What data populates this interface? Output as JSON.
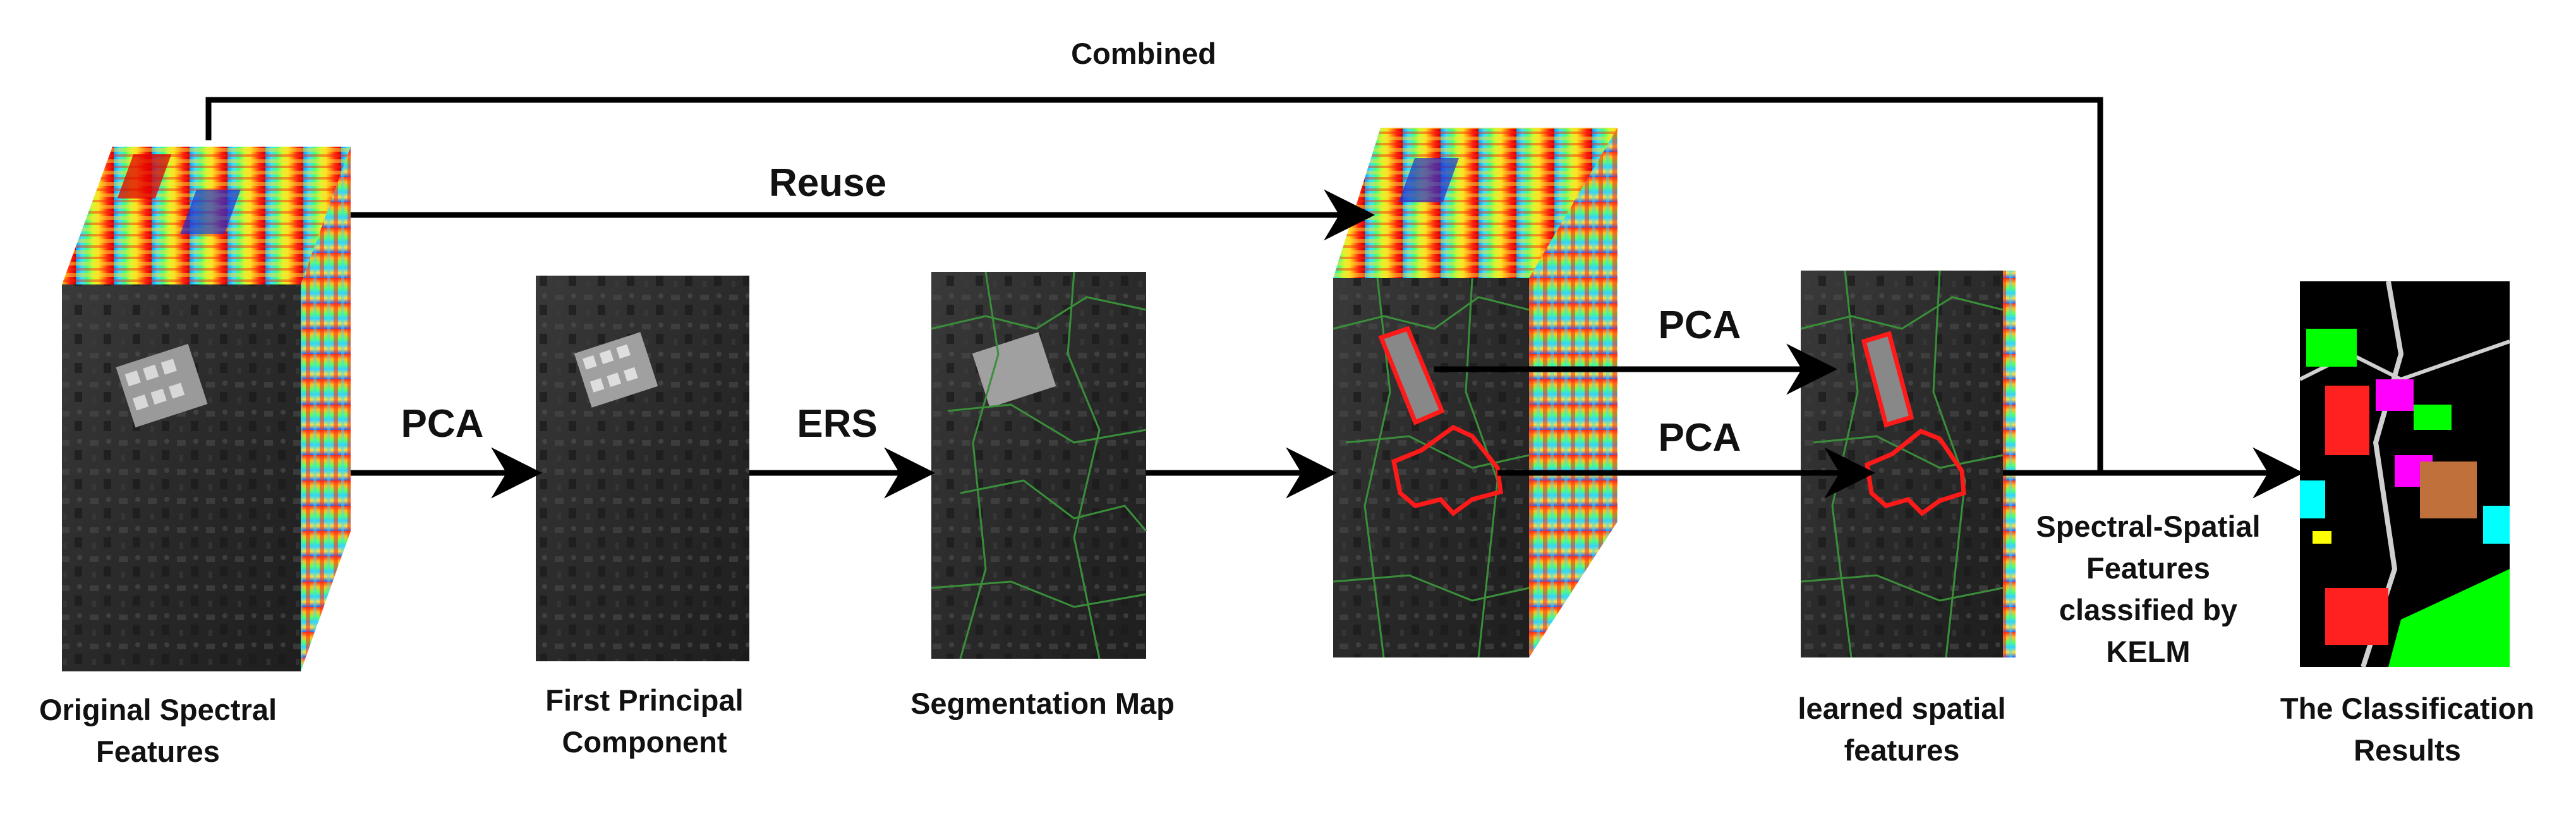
{
  "labels": {
    "combined": "Combined",
    "reuse": "Reuse",
    "pca1": "PCA",
    "ers": "ERS",
    "pca2": "PCA",
    "pca3": "PCA",
    "classifier": "Spectral-Spatial Features classified by KELM"
  },
  "captions": {
    "original": "Original Spectral Features",
    "first_pc": "First Principal Component",
    "segmentation": "Segmentation Map",
    "learned": "learned spatial features",
    "results": "The Classification Results"
  },
  "colors": {
    "arrow": "#000000",
    "boundary": "#ff1a1a",
    "segment_edge": "#3a8f3a",
    "class_red": "#ff2020",
    "class_green": "#00ff00",
    "class_magenta": "#ff00ff",
    "class_cyan": "#00ffff",
    "class_brown": "#c0703a"
  }
}
